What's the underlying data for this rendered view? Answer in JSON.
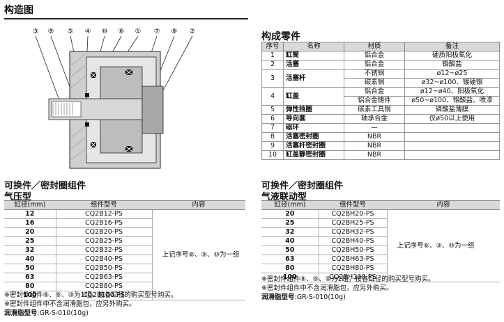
{
  "structure": {
    "title": "构造图",
    "callouts": [
      "③",
      "⑨",
      "⑤",
      "④",
      "⑩",
      "⑥",
      "①",
      "⑦",
      "⑧",
      "②"
    ]
  },
  "parts": {
    "title": "构成零件",
    "headers": [
      "序号",
      "名称",
      "材质",
      "备注"
    ],
    "rows": [
      {
        "no": "1",
        "name": "缸筒",
        "lines": [
          [
            "铝合金",
            "硬质阳极氧化"
          ]
        ]
      },
      {
        "no": "2",
        "name": "活塞",
        "lines": [
          [
            "铝合金",
            "铬酸盐"
          ]
        ]
      },
      {
        "no": "3",
        "name": "活塞杆",
        "lines": [
          [
            "不锈钢",
            "ø12~ø25"
          ],
          [
            "碳素钢",
            "ø32~ø100、镀硬铬"
          ]
        ]
      },
      {
        "no": "4",
        "name": "缸盖",
        "lines": [
          [
            "铝合金",
            "ø12~ø40、阳极氧化"
          ],
          [
            "铝合金铸件",
            "ø50~ø100、铬酸盐、喷漆"
          ]
        ]
      },
      {
        "no": "5",
        "name": "弹性挡圈",
        "lines": [
          [
            "碳素工具钢",
            "磷酸盐薄膜"
          ]
        ]
      },
      {
        "no": "6",
        "name": "导向套",
        "lines": [
          [
            "轴承合金",
            "仅ø50以上使用"
          ]
        ]
      },
      {
        "no": "7",
        "name": "磁环",
        "lines": [
          [
            "—",
            ""
          ]
        ]
      },
      {
        "no": "8",
        "name": "活塞密封圈",
        "lines": [
          [
            "NBR",
            ""
          ]
        ]
      },
      {
        "no": "9",
        "name": "活塞杆密封圈",
        "lines": [
          [
            "NBR",
            ""
          ]
        ]
      },
      {
        "no": "10",
        "name": "缸盖静密封圈",
        "lines": [
          [
            "NBR",
            ""
          ]
        ]
      }
    ]
  },
  "kit_title": "可换件／密封圈组件",
  "pneumatic": {
    "subtitle": "气压型",
    "headers": [
      "缸径(mm)",
      "组件型号",
      "内容"
    ],
    "rows": [
      [
        "12",
        "CQ2B12-PS"
      ],
      [
        "16",
        "CQ2B16-PS"
      ],
      [
        "20",
        "CQ2B20-PS"
      ],
      [
        "25",
        "CQ2B25-PS"
      ],
      [
        "32",
        "CQ2B32-PS"
      ],
      [
        "40",
        "CQ2B40-PS"
      ],
      [
        "50",
        "CQ2B50-PS"
      ],
      [
        "63",
        "CQ2B63-PS"
      ],
      [
        "80",
        "CQ2B80-PS"
      ],
      [
        "100",
        "CQ2B100-PS"
      ]
    ],
    "content": "上记序号⑧、⑨、⑩为一组",
    "notes": [
      "※密封件组件⑧、⑨、⑩为1组，按各缸径的购买型号购买。",
      "※密封件组件中不含润滑脂包，应另外购买。"
    ],
    "grease_label": "润滑脂型号",
    "grease_value": ":GR-S-010(10g)"
  },
  "hydro": {
    "subtitle": "气液联动型",
    "headers": [
      "缸径(mm)",
      "组件型号",
      "内容"
    ],
    "rows": [
      [
        "20",
        "CQ2BH20-PS"
      ],
      [
        "25",
        "CQ2BH25-PS"
      ],
      [
        "32",
        "CQ2BH32-PS"
      ],
      [
        "40",
        "CQ2BH40-PS"
      ],
      [
        "50",
        "CQ2BH50-PS"
      ],
      [
        "63",
        "CQ2BH63-PS"
      ],
      [
        "80",
        "CQ2BH80-PS"
      ],
      [
        "100",
        "CQ2BH100-PS"
      ]
    ],
    "content": "上记序号⑧、⑨、⑩为一组",
    "notes": [
      "※密封件组件⑧、⑨、⑩为1组，按各缸径的购买型号购买。",
      "※密封件组件中不含润滑脂包，应另外购买。"
    ],
    "grease_label": "润滑脂型号",
    "grease_value": ":GR-S-010(10g)"
  }
}
